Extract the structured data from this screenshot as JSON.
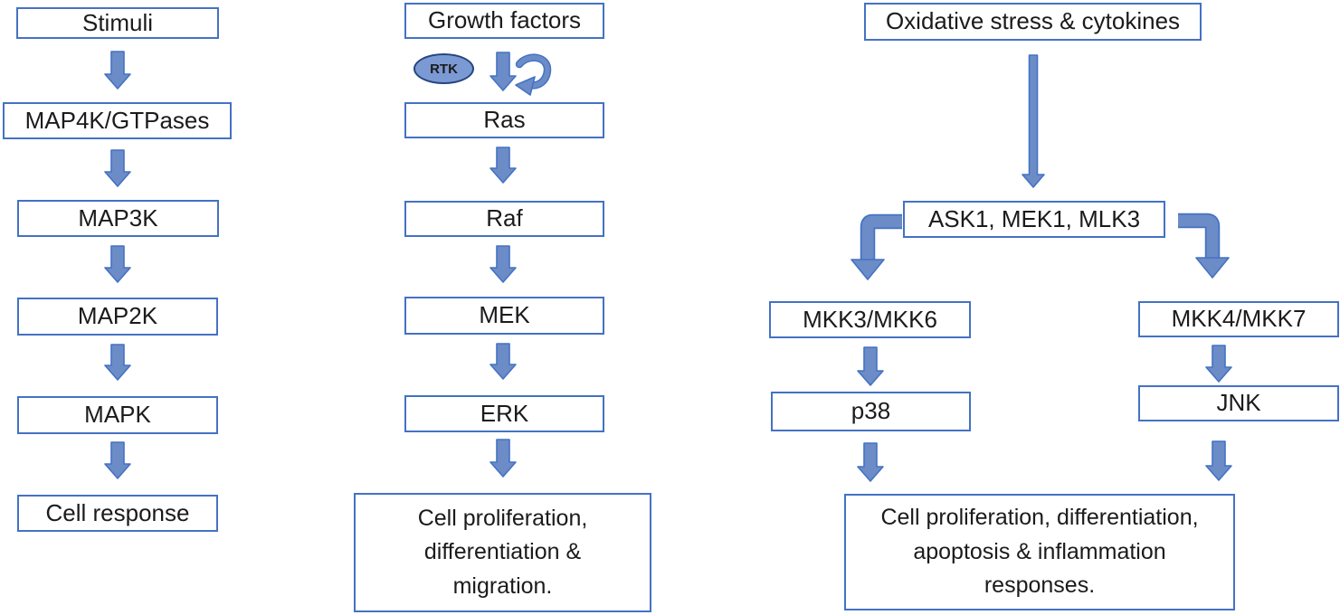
{
  "colors": {
    "background": "#FFFFFF",
    "box_border": "#4472C4",
    "arrow_fill": "#6C8CC7",
    "arrow_outline": "#4472C4",
    "receptor_fill": "#7B99D3",
    "receptor_border": "#24457E",
    "text": "#1B1B1B"
  },
  "left_column": {
    "nodes": [
      "Stimuli",
      "MAP4K/GTPases",
      "MAP3K",
      "MAP2K",
      "MAPK",
      "Cell response"
    ]
  },
  "middle_column": {
    "nodes": [
      "Growth factors",
      "Ras",
      "Raf",
      "MEK",
      "ERK"
    ],
    "receptor": "RTK",
    "outcome": "Cell proliferation,\ndifferentiation &\nmigration."
  },
  "right_column": {
    "source": "Oxidative stress & cytokines",
    "hub": "ASK1, MEK1, MLK3",
    "left_branch": [
      "MKK3/MKK6",
      "p38"
    ],
    "right_branch": [
      "MKK4/MKK7",
      "JNK"
    ],
    "outcome": "Cell proliferation, differentiation,\napoptosis & inflammation\nresponses."
  }
}
